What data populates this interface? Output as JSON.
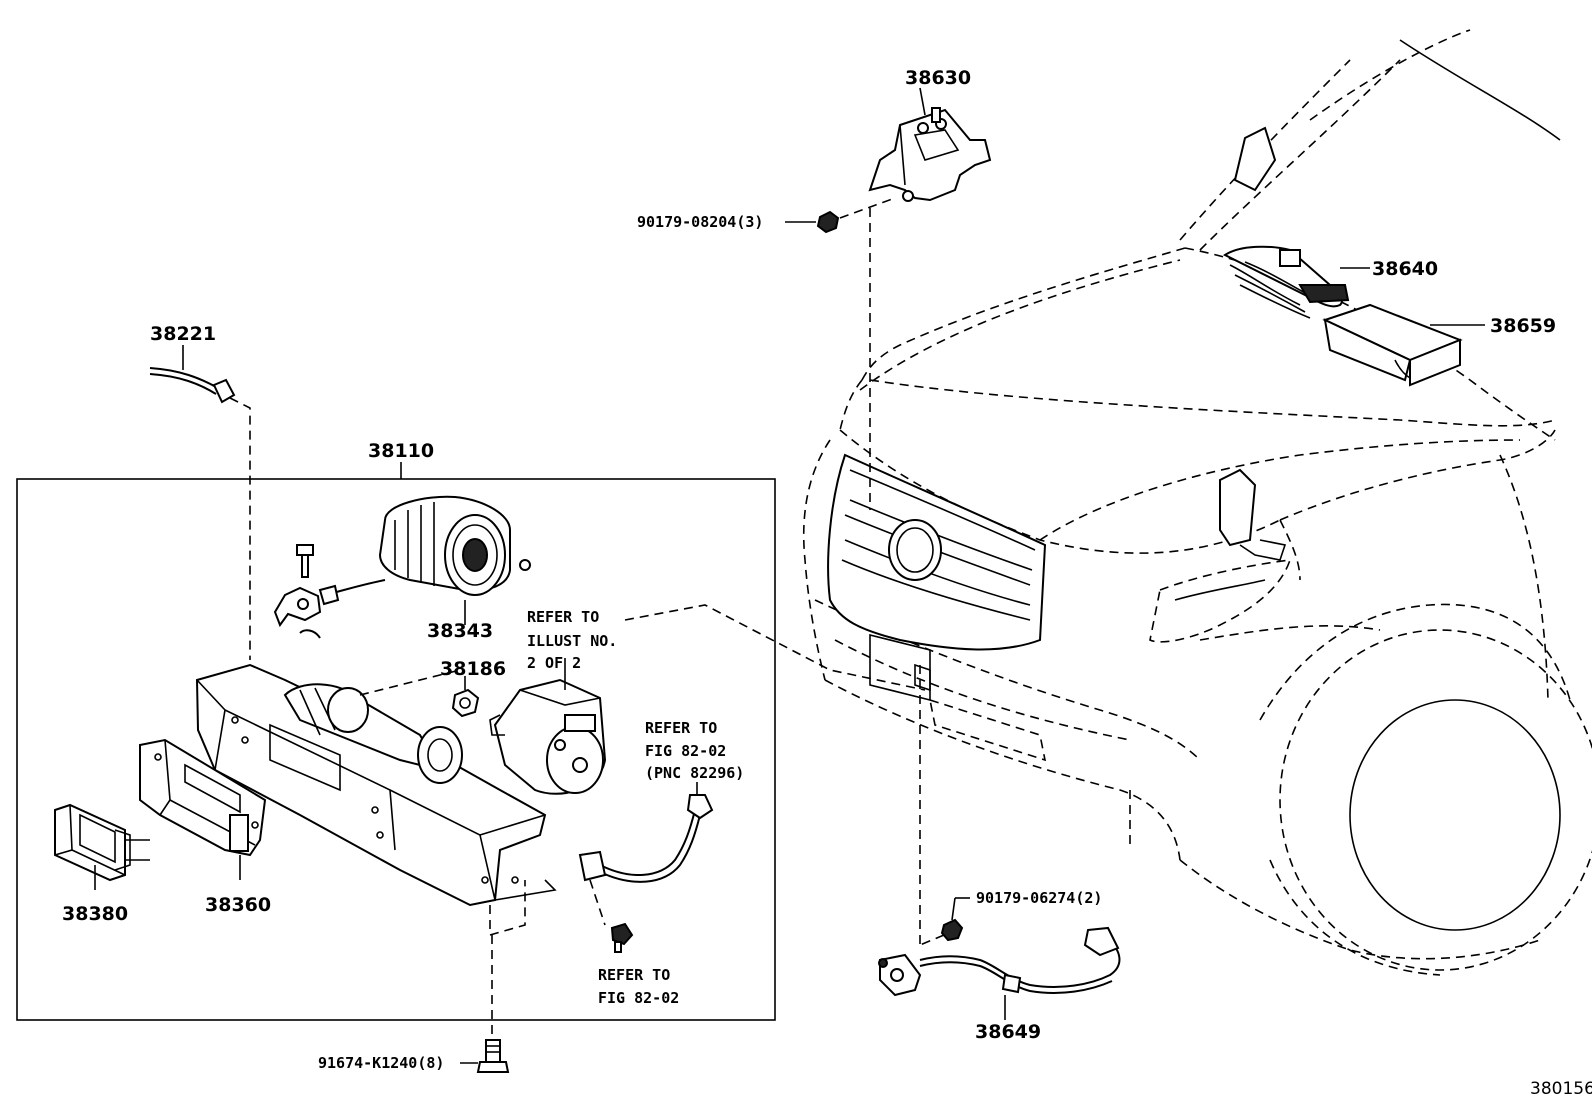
{
  "labels": {
    "p38630": "38630",
    "p90179_08204": "90179-08204(3)",
    "p38640": "38640",
    "p38659": "38659",
    "p38221": "38221",
    "p38110": "38110",
    "p38343": "38343",
    "p38186": "38186",
    "p38380": "38380",
    "p38360": "38360",
    "p91674": "91674-K1240(8)",
    "p90179_06274": "90179-06274(2)",
    "p38649": "38649",
    "figure_id": "380156"
  },
  "refs": {
    "illust": [
      "REFER TO",
      "ILLUST NO.",
      "2 OF 2"
    ],
    "fig_pnc": [
      "REFER TO",
      "FIG 82-02",
      "(PNC 82296)"
    ],
    "fig": [
      "REFER TO",
      "FIG 82-02"
    ]
  }
}
